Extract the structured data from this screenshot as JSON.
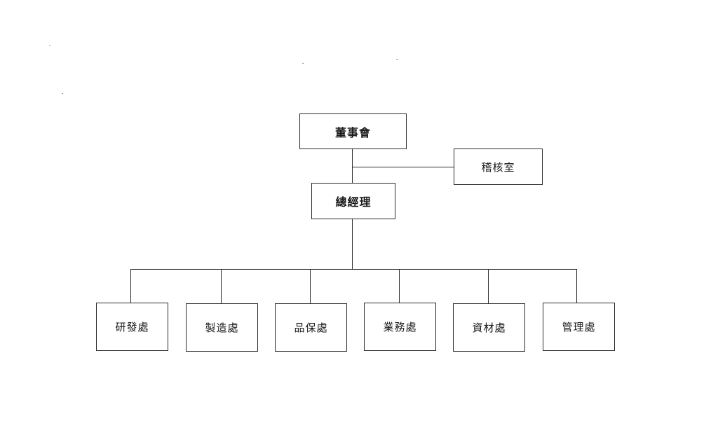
{
  "org_chart": {
    "board": "董事會",
    "audit": "稽核室",
    "gm": "總經理",
    "departments": [
      "研發處",
      "製造處",
      "品保處",
      "業務處",
      "資材處",
      "管理處"
    ]
  }
}
